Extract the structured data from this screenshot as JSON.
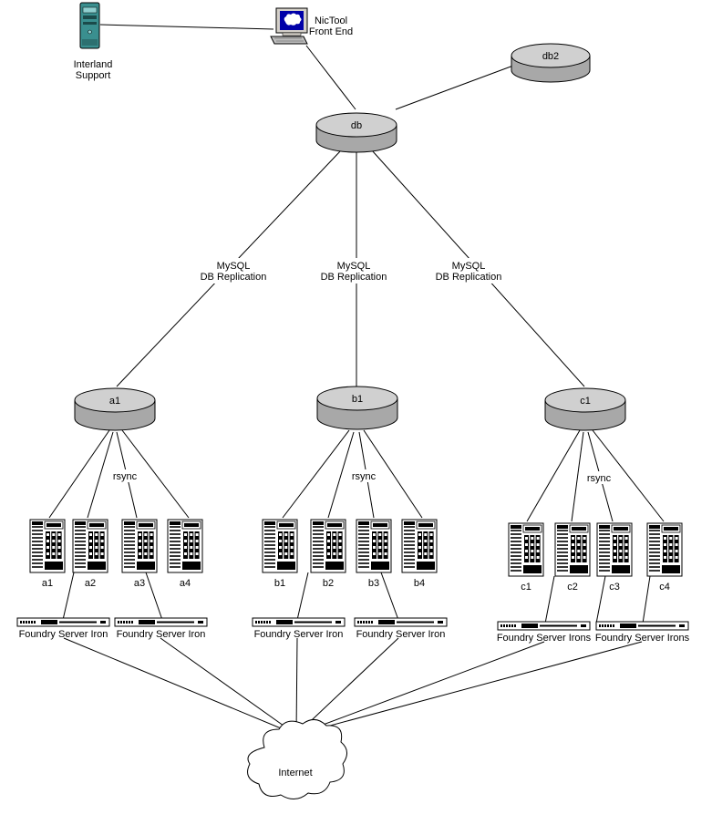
{
  "title_labels": {
    "interland": [
      "Interland",
      "Support"
    ],
    "frontend": [
      "NicTool",
      "Front End"
    ]
  },
  "databases": {
    "db": "db",
    "db2": "db2",
    "a1": "a1",
    "b1": "b1",
    "c1": "c1"
  },
  "replication": {
    "left": [
      "MySQL",
      "DB Replication"
    ],
    "middle": [
      "MySQL",
      "DB Replication"
    ],
    "right": [
      "MySQL",
      "DB Replication"
    ]
  },
  "rsync": {
    "a": "rsync",
    "b": "rsync",
    "c": "rsync"
  },
  "servers": {
    "a": [
      "a1",
      "a2",
      "a3",
      "a4"
    ],
    "b": [
      "b1",
      "b2",
      "b3",
      "b4"
    ],
    "c": [
      "c1",
      "c2",
      "c3",
      "c4"
    ]
  },
  "switches": {
    "a_left": "Foundry Server Iron",
    "a_right": "Foundry Server Iron",
    "b_left": "Foundry Server Iron",
    "b_right": "Foundry Server Iron",
    "c_left": "Foundry Server Irons",
    "c_right": "Foundry Server Irons"
  },
  "internet": "Internet"
}
